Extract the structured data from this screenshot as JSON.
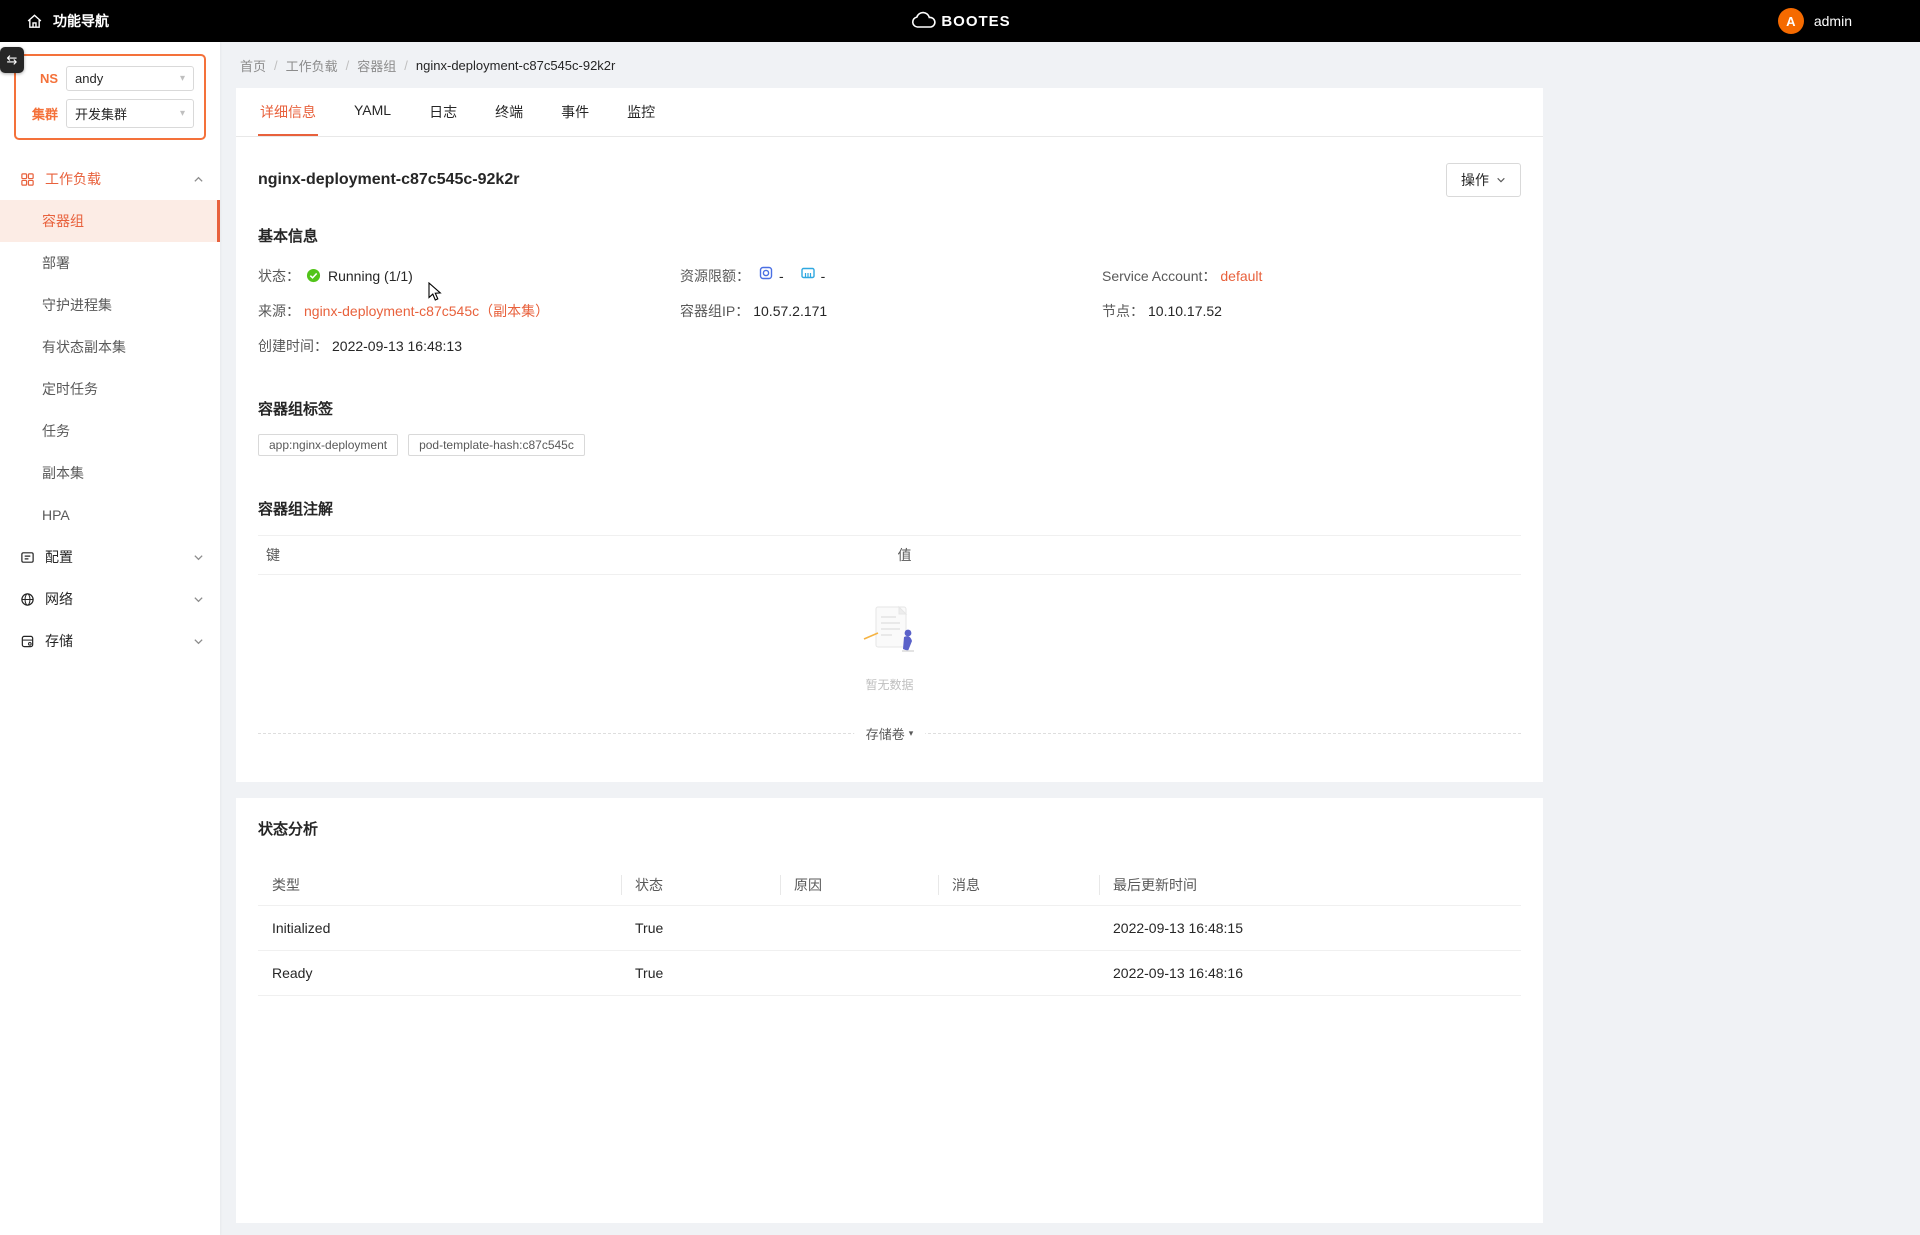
{
  "colors": {
    "accent": "#E8613C",
    "accent_border": "#F4713A",
    "success_green": "#52C41A",
    "topbar_bg": "#000000",
    "page_bg": "#F0F2F5",
    "sidebar_active_bg": "#FCECE5"
  },
  "topbar": {
    "nav_label": "功能导航",
    "brand": "BOOTES",
    "user_name": "admin",
    "avatar_initial": "A"
  },
  "sidebar": {
    "ns_label": "NS",
    "ns_value": "andy",
    "cluster_label": "集群",
    "cluster_value": "开发集群",
    "groups": [
      {
        "label": "工作负载",
        "items": [
          "容器组",
          "部署",
          "守护进程集",
          "有状态副本集",
          "定时任务",
          "任务",
          "副本集",
          "HPA"
        ]
      },
      {
        "label": "配置"
      },
      {
        "label": "网络"
      },
      {
        "label": "存储"
      }
    ],
    "active_item": "容器组"
  },
  "breadcrumb": {
    "separator": "/",
    "items": [
      "首页",
      "工作负载",
      "容器组",
      "nginx-deployment-c87c545c-92k2r"
    ]
  },
  "tabs": {
    "active": "详细信息",
    "items": [
      "详细信息",
      "YAML",
      "日志",
      "终端",
      "事件",
      "监控"
    ]
  },
  "detail": {
    "title": "nginx-deployment-c87c545c-92k2r",
    "action_label": "操作",
    "basic_info": {
      "section_title": "基本信息",
      "status_label": "状态：",
      "status_value": "Running (1/1)",
      "quota_label": "资源限额：",
      "quota_cpu_value": "-",
      "quota_memory_value": "-",
      "service_account_label": "Service Account：",
      "service_account_value": "default",
      "source_label": "来源：",
      "source_value": "nginx-deployment-c87c545c（副本集）",
      "pod_ip_label": "容器组IP：",
      "pod_ip_value": "10.57.2.171",
      "node_label": "节点：",
      "node_value": "10.10.17.52",
      "created_label": "创建时间：",
      "created_value": "2022-09-13 16:48:13"
    },
    "labels_section": {
      "section_title": "容器组标签",
      "tags": [
        "app:nginx-deployment",
        "pod-template-hash:c87c545c"
      ]
    },
    "annotations_section": {
      "section_title": "容器组注解",
      "key_header": "键",
      "value_header": "值",
      "empty_text": "暂无数据"
    },
    "volumes_toggle_label": "存储卷"
  },
  "status_analysis": {
    "section_title": "状态分析",
    "columns": [
      "类型",
      "状态",
      "原因",
      "消息",
      "最后更新时间"
    ],
    "rows": [
      {
        "type": "Initialized",
        "status": "True",
        "reason": "",
        "message": "",
        "updated": "2022-09-13 16:48:15"
      },
      {
        "type": "Ready",
        "status": "True",
        "reason": "",
        "message": "",
        "updated": "2022-09-13 16:48:16"
      }
    ]
  }
}
